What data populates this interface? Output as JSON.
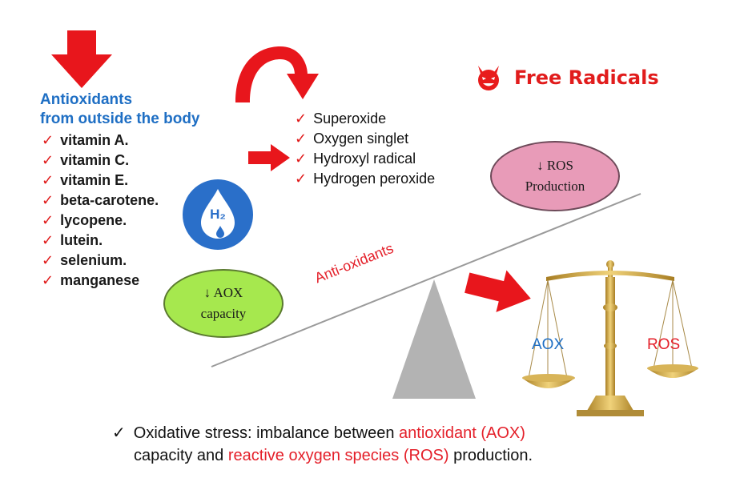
{
  "antioxidants": {
    "heading_line1": "Antioxidants",
    "heading_line2": "from outside the body",
    "items": [
      "vitamin A.",
      "vitamin C.",
      "vitamin E.",
      "beta-carotene.",
      "lycopene.",
      "lutein.",
      "selenium.",
      "manganese"
    ]
  },
  "free_radicals": {
    "title": "Free Radicals",
    "items": [
      "Superoxide",
      "Oxygen singlet",
      "Hydroxyl radical",
      "Hydrogen peroxide"
    ]
  },
  "h2_badge": {
    "label": "H₂"
  },
  "ros_ellipse": {
    "line1": "↓ ROS",
    "line2": "Production"
  },
  "aox_ellipse": {
    "line1": "↓ AOX",
    "line2": "capacity"
  },
  "seesaw": {
    "beam_label": "Anti-oxidants"
  },
  "scale": {
    "left_label": "AOX",
    "right_label": "ROS"
  },
  "bottom": {
    "part1": "Oxidative stress: imbalance between ",
    "part2": "antioxidant (AOX)",
    "part3": "capacity and ",
    "part4": "reactive oxygen species (ROS)",
    "part5": " production."
  },
  "colors": {
    "accent_red": "#e4202a",
    "heading_blue": "#1f6fc4",
    "ros_ellipse_fill": "#e89bb8",
    "aox_ellipse_fill": "#a6e84e",
    "badge_blue": "#2a6fc9",
    "gold": "#c9a23a"
  }
}
